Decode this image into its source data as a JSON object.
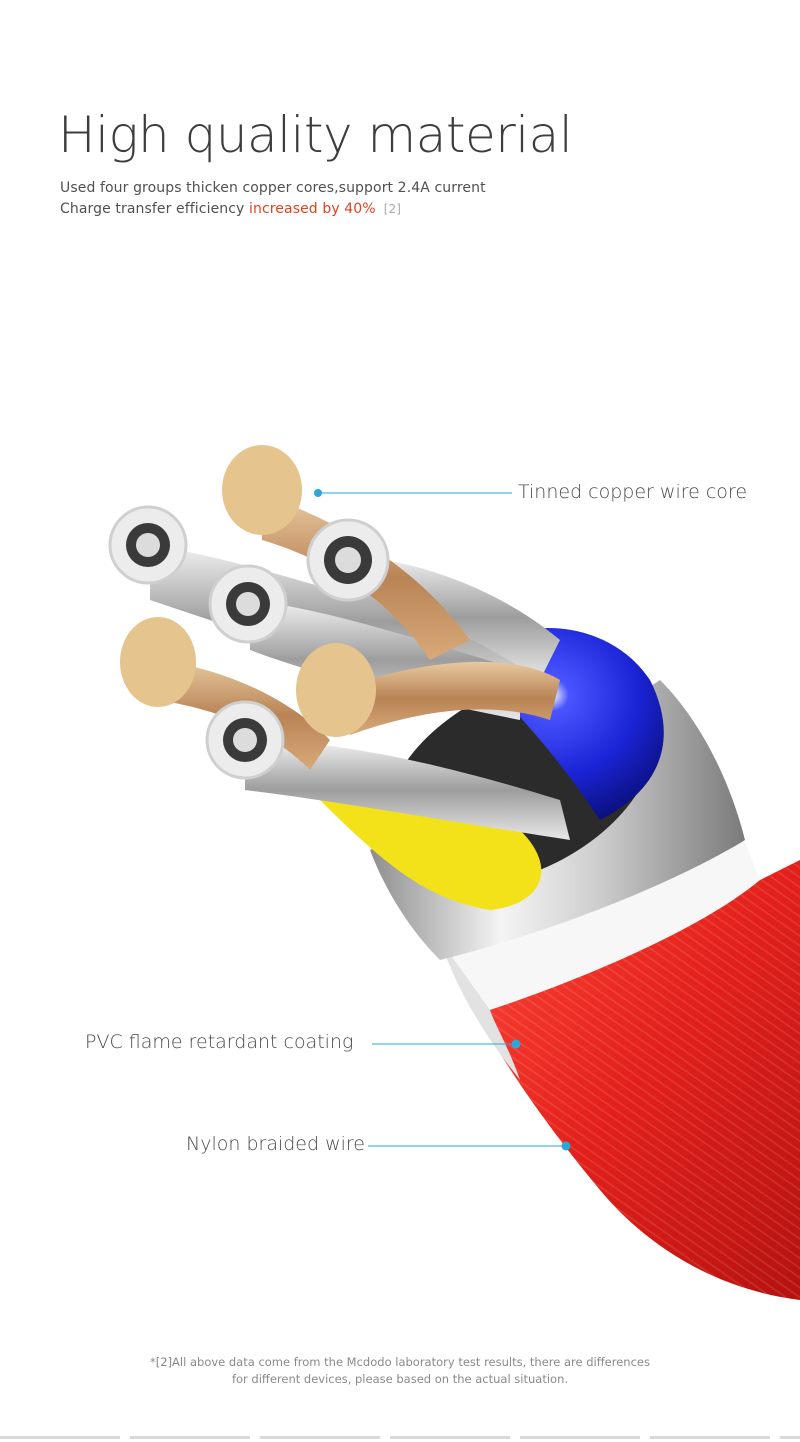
{
  "title": "High quality material",
  "subtitle": {
    "line1": "Used four groups thicken copper cores,support 2.4A current",
    "line2_prefix": "Charge transfer efficiency ",
    "line2_highlight": "increased by 40%",
    "line2_ref": "[2]"
  },
  "callouts": {
    "copper": "Tinned copper wire core",
    "pvc": "PVC  flame retardant coating",
    "nylon": "Nylon braided wire"
  },
  "footnote": {
    "line1": "*[2]All above data come from the Mcdodo  laboratory test results, there are differences",
    "line2": "for different devices,  please based on the actual situation."
  },
  "colors": {
    "highlight": "#e0421f",
    "callout_line": "#2aa7d8",
    "braid_red": "#e3201b",
    "copper": "#e6c48e",
    "blue_insulation": "#1b24d6",
    "yellow_insulation": "#f3e21a",
    "green_insulation": "#22b32c"
  }
}
